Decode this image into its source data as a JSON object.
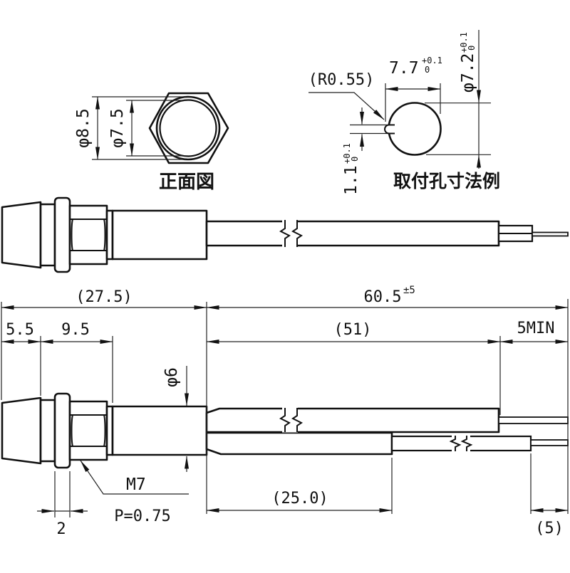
{
  "drawing": {
    "front_view": {
      "label": "正面図",
      "outer_dia": "φ8.5",
      "inner_dia": "φ7.5"
    },
    "mounting_hole_view": {
      "label": "取付孔寸法例",
      "notch_radius": "(R0.55)",
      "slot_width": "7.7",
      "slot_width_tol_up": "+0.1",
      "slot_width_tol_low": "0",
      "hole_dia": "φ7.2",
      "hole_dia_tol_up": "+0.1",
      "hole_dia_tol_low": "0",
      "notch_depth": "1.1",
      "notch_depth_tol_up": "+0.1",
      "notch_depth_tol_low": "0"
    },
    "dimensions": {
      "front_length": "(27.5)",
      "wire_length": "60.5",
      "wire_length_tol": "±5",
      "cap_length": "5.5",
      "mount_length": "9.5",
      "insulation_length": "(51)",
      "strip_length": "5MIN",
      "body_dia": "φ6",
      "thread": "M7",
      "thread_pitch": "P=0.75",
      "flange_thickness": "2",
      "lower_wire_insulation": "(25.0)",
      "lower_wire_strip": "(5)"
    }
  }
}
